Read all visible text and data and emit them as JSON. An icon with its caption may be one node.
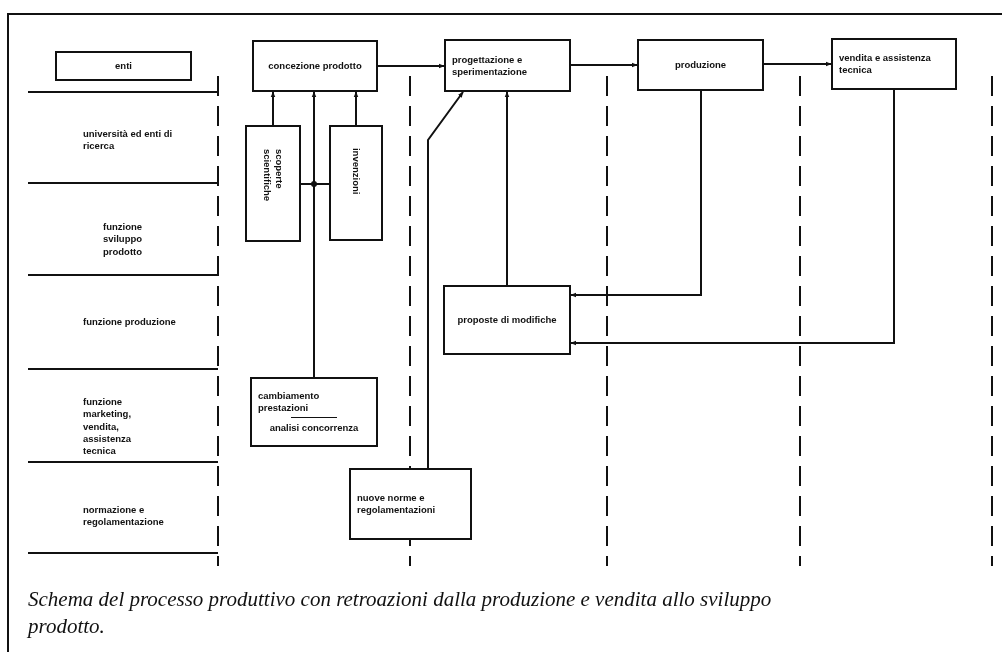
{
  "diagram": {
    "caption": "Schema del processo produttivo con retroazioni dalla produzione e vendita allo sviluppo prodotto.",
    "nodes": [
      {
        "text": [
          "enti"
        ]
      },
      {
        "text": [
          "concezione prodotto"
        ]
      },
      {
        "text": [
          "progettazione e sperimentazione"
        ]
      },
      {
        "text": [
          "produzione"
        ]
      },
      {
        "text": [
          "vendita e assistenza tecnica"
        ]
      },
      {
        "text": [
          "scoperte scientifiche"
        ]
      },
      {
        "text": [
          "invenzioni"
        ]
      },
      {
        "text": [
          "proposte di modifiche"
        ]
      },
      {
        "text": [
          "cambiamento prestazioni",
          "analisi concorrenza"
        ]
      },
      {
        "text": [
          "nuove norme e regolamentazioni"
        ]
      }
    ],
    "edges": [
      {
        "from": 1,
        "to": 2,
        "arrow": "to"
      },
      {
        "from": 2,
        "to": 3,
        "arrow": "to"
      },
      {
        "from": 3,
        "to": 4,
        "arrow": "to"
      },
      {
        "from": 5,
        "to": 1,
        "arrow": "to"
      },
      {
        "from": 6,
        "to": 1,
        "arrow": "to"
      },
      {
        "from": 8,
        "to": 1,
        "arrow": "to"
      },
      {
        "from": 5,
        "to": 6,
        "arrow": "none"
      },
      {
        "from": 9,
        "to": 2,
        "arrow": "to"
      },
      {
        "from": 7,
        "to": 2,
        "arrow": "to"
      },
      {
        "from": 3,
        "to": 7,
        "arrow": "to"
      },
      {
        "from": 4,
        "to": 7,
        "arrow": "to"
      }
    ],
    "labels": [
      "università ed enti di ricerca",
      "funzione sviluppo prodotto",
      "funzione produzione",
      "funzione marketing, vendita, assistenza tecnica",
      "normazione e regolamentazione"
    ]
  }
}
